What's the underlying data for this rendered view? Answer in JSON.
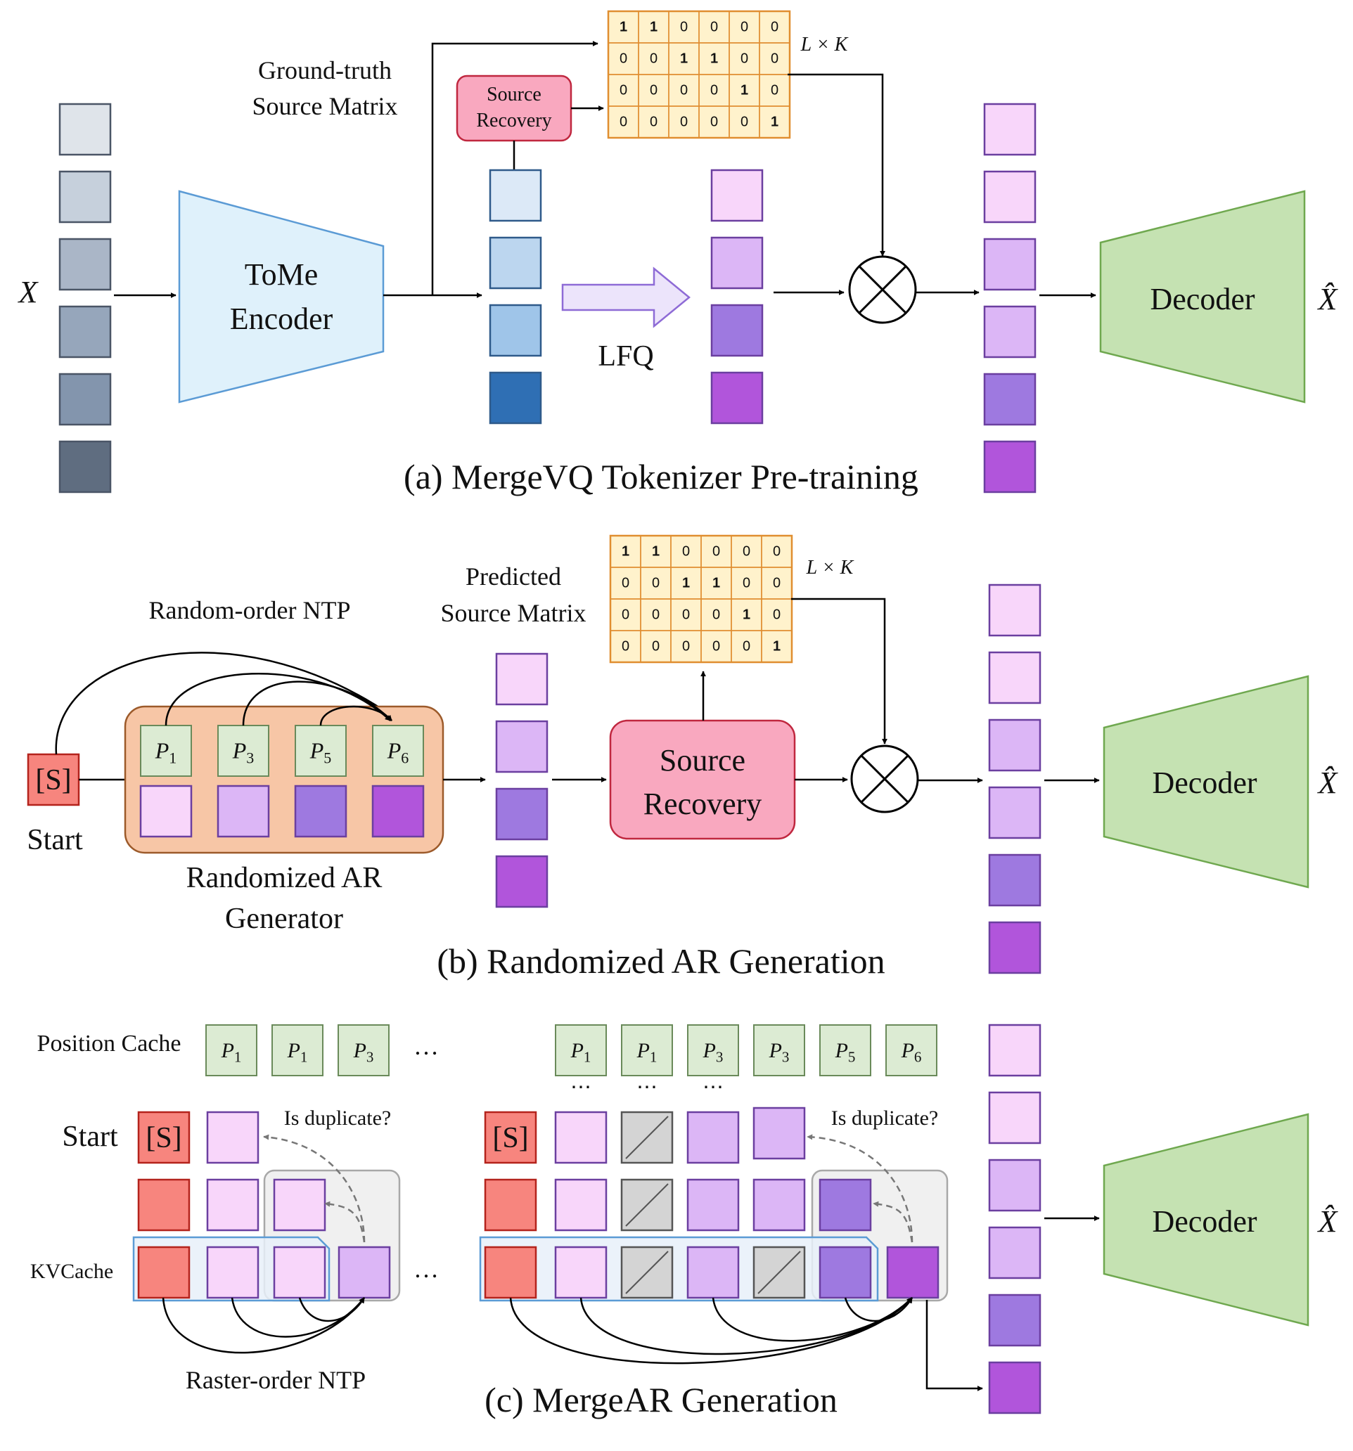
{
  "colors": {
    "grey_tokens": [
      "#dfe4ea",
      "#c6d0dc",
      "#aab6c7",
      "#96a6bb",
      "#8395ad",
      "#5f6d80"
    ],
    "blue_tokens": [
      "#dce9f7",
      "#bcd6ef",
      "#9fc5e9",
      "#2f6fb4"
    ],
    "purple_tokens": [
      "#f8d6fa",
      "#dcb6f6",
      "#9e79e0",
      "#b155db"
    ],
    "encoder_fill": "#dff1fb",
    "decoder_fill": "#c5e2b2",
    "source_recovery_fill": "#f9a8bf",
    "matrix_fill": "#fff2cc",
    "matrix_border": "#e08e30",
    "position_fill": "#dcebd3",
    "start_red": "#f7857e",
    "generator_fill": "#f7c6a6",
    "kvcache_fill": "#e7f0f9",
    "cache_group_fill": "#f0f0f0",
    "skip_fill": "#d4d4d4"
  },
  "panel_a": {
    "caption": "(a) MergeVQ Tokenizer Pre-training",
    "input_label": "X",
    "encoder_label_1": "ToMe",
    "encoder_label_2": "Encoder",
    "gt_label_1": "Ground-truth",
    "gt_label_2": "Source Matrix",
    "source_recovery_1": "Source",
    "source_recovery_2": "Recovery",
    "lfq_label": "LFQ",
    "matrix_dim": "L × K",
    "matrix": [
      [
        1,
        1,
        0,
        0,
        0,
        0
      ],
      [
        0,
        0,
        1,
        1,
        0,
        0
      ],
      [
        0,
        0,
        0,
        0,
        1,
        0
      ],
      [
        0,
        0,
        0,
        0,
        0,
        1
      ]
    ],
    "decoder_label": "Decoder",
    "output_label": "X̂"
  },
  "panel_b": {
    "caption": "(b) Randomized AR Generation",
    "start_token": "[S]",
    "start_label": "Start",
    "ntp_label": "Random-order NTP",
    "positions": [
      {
        "letter": "P",
        "sub": "1"
      },
      {
        "letter": "P",
        "sub": "3"
      },
      {
        "letter": "P",
        "sub": "5"
      },
      {
        "letter": "P",
        "sub": "6"
      }
    ],
    "generator_label_1": "Randomized AR",
    "generator_label_2": "Generator",
    "pred_label_1": "Predicted",
    "pred_label_2": "Source Matrix",
    "matrix_dim": "L × K",
    "matrix": [
      [
        1,
        1,
        0,
        0,
        0,
        0
      ],
      [
        0,
        0,
        1,
        1,
        0,
        0
      ],
      [
        0,
        0,
        0,
        0,
        1,
        0
      ],
      [
        0,
        0,
        0,
        0,
        0,
        1
      ]
    ],
    "source_recovery_1": "Source",
    "source_recovery_2": "Recovery",
    "decoder_label": "Decoder",
    "output_label": "X̂"
  },
  "panel_c": {
    "caption": "(c) MergeAR Generation",
    "position_cache_label": "Position Cache",
    "left_positions": [
      {
        "letter": "P",
        "sub": "1"
      },
      {
        "letter": "P",
        "sub": "1"
      },
      {
        "letter": "P",
        "sub": "3"
      }
    ],
    "right_positions": [
      {
        "letter": "P",
        "sub": "1"
      },
      {
        "letter": "P",
        "sub": "1"
      },
      {
        "letter": "P",
        "sub": "3"
      },
      {
        "letter": "P",
        "sub": "3"
      },
      {
        "letter": "P",
        "sub": "5"
      },
      {
        "letter": "P",
        "sub": "6"
      }
    ],
    "ellipsis": "…",
    "vertical_ellipsis": "⋯",
    "start_token": "[S]",
    "start_label": "Start",
    "duplicate_label": "Is duplicate?",
    "kvcache_label": "KVCache",
    "raster_label": "Raster-order NTP",
    "decoder_label": "Decoder",
    "output_label": "X̂"
  }
}
